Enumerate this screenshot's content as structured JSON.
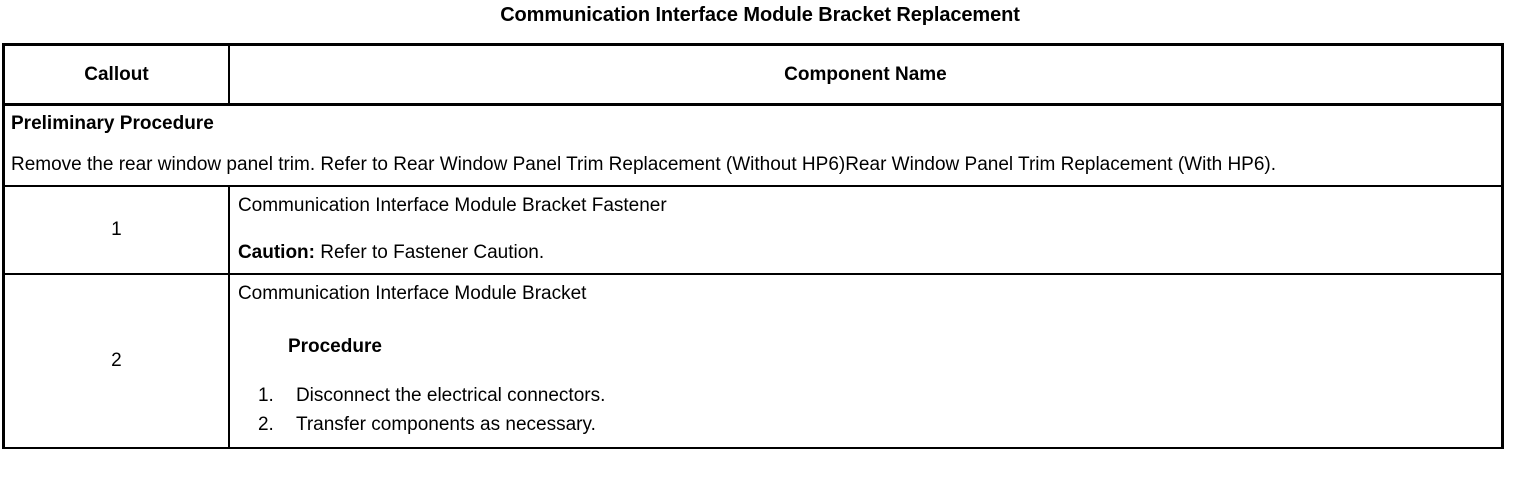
{
  "document": {
    "title": "Communication Interface Module Bracket Replacement"
  },
  "table": {
    "headers": {
      "callout": "Callout",
      "component_name": "Component Name"
    },
    "preliminary": {
      "heading": "Preliminary Procedure",
      "body": "Remove the rear window panel trim. Refer to Rear Window Panel Trim Replacement (Without HP6)Rear Window Panel Trim Replacement (With HP6)."
    },
    "rows": [
      {
        "callout": "1",
        "component_name": "Communication Interface Module Bracket Fastener",
        "caution_label": "Caution:",
        "caution_text": "Refer to Fastener Caution."
      },
      {
        "callout": "2",
        "component_name": "Communication Interface Module Bracket",
        "procedure_heading": "Procedure",
        "steps": [
          "Disconnect the electrical connectors.",
          "Transfer components as necessary."
        ]
      }
    ]
  },
  "colors": {
    "border": "#000000",
    "text": "#000000",
    "background": "#ffffff"
  }
}
